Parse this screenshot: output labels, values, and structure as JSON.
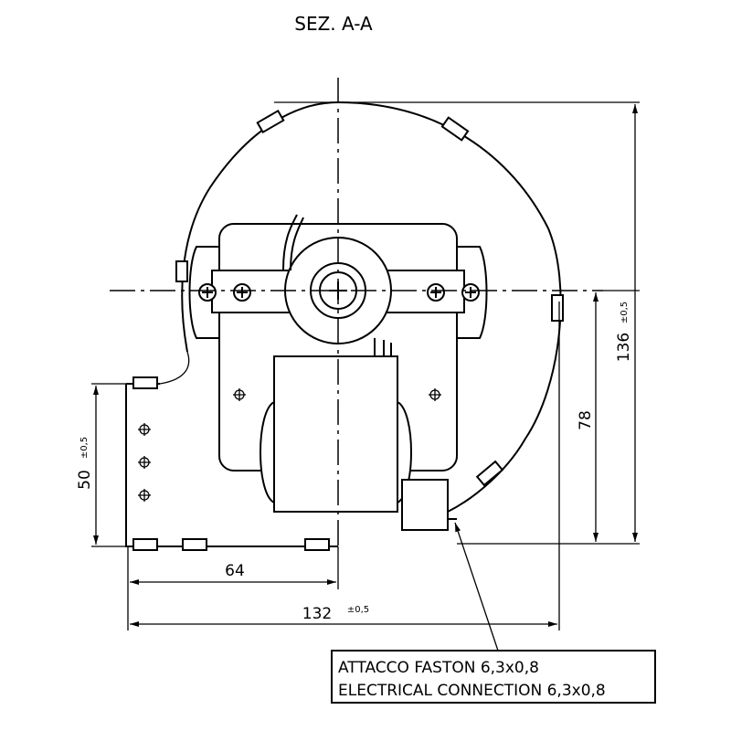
{
  "title": "SEZ. A-A",
  "dimensions": {
    "height_total": "136",
    "height_tol": "±0,5",
    "height_axis": "78",
    "outlet_height": "50",
    "outlet_tol": "±0,5",
    "axis_offset": "64",
    "width_total": "132",
    "width_tol": "±0,5"
  },
  "note": {
    "line1": "ATTACCO FASTON 6,3x0,8",
    "line2": "ELECTRICAL CONNECTION 6,3x0,8"
  }
}
